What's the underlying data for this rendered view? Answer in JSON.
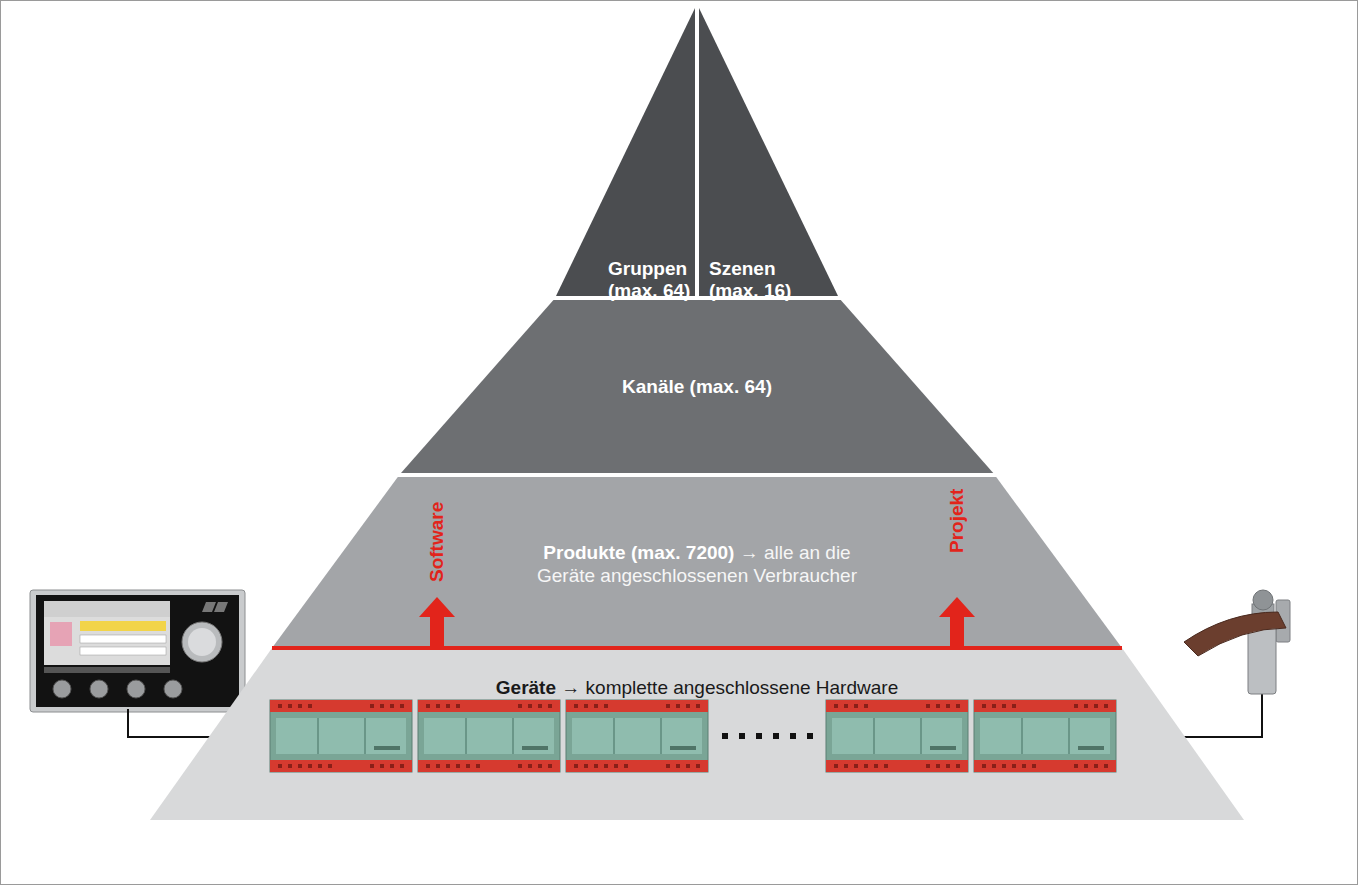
{
  "diagram": {
    "nodes": [
      {
        "text": [
          "Gruppen (max. 64)"
        ]
      },
      {
        "text": [
          "Szenen (max. 16)"
        ]
      },
      {
        "text": [
          "Kanäle (max. 64)"
        ]
      },
      {
        "text": [
          "Produkte (max. 7200)",
          "→ alle an die Geräte angeschlossenen Verbraucher"
        ]
      },
      {
        "text": [
          "Geräte",
          "→ komplette angeschlossene Hardware"
        ]
      }
    ],
    "labels": [
      "Software",
      "Projekt"
    ]
  }
}
